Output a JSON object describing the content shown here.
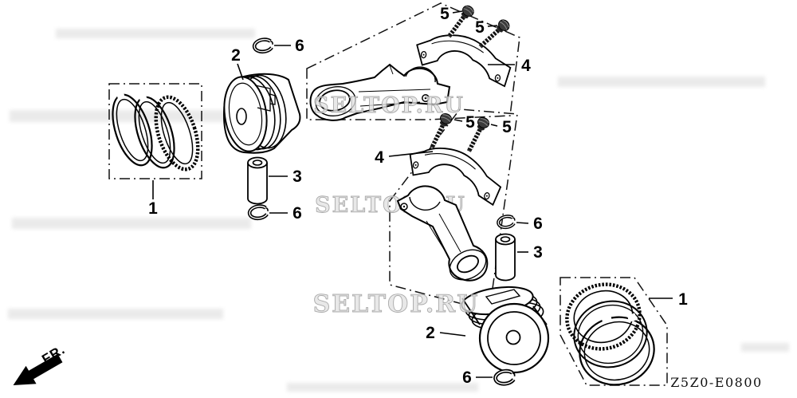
{
  "diagram": {
    "code": "Z5Z0-E0800",
    "front_label": "FR.",
    "watermark_text": "SELTOP.RU"
  },
  "parts": {
    "piston_ring_set": "1",
    "piston": "2",
    "piston_pin": "3",
    "connecting_rod_assembly": "4",
    "connecting_rod_bolt": "5",
    "piston_pin_clip": "6"
  }
}
